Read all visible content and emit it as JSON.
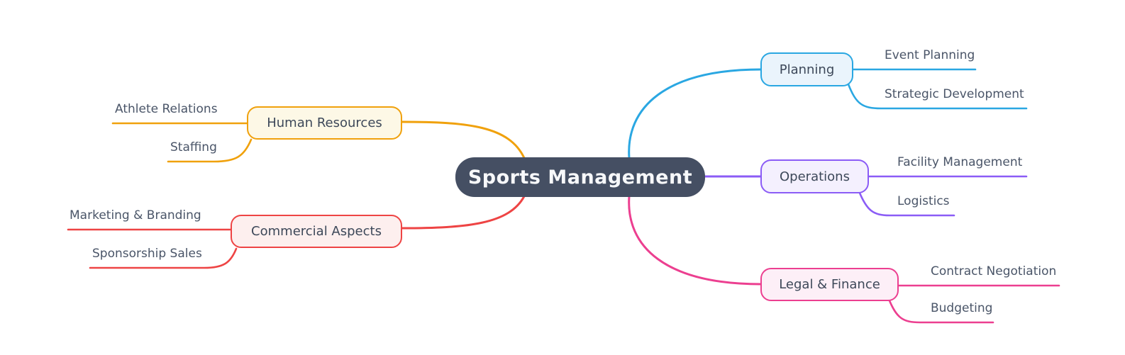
{
  "diagram": {
    "type": "mindmap",
    "background": "#ffffff",
    "label_color": "#4a5568",
    "node_label_color": "#3d4859",
    "root": {
      "label": "Sports Management",
      "bg": "#454f63",
      "text_color": "#f7f8fa"
    },
    "branches": [
      {
        "label": "Planning",
        "color": "#2aa7e2",
        "fill": "#eaf4fc",
        "children": [
          {
            "label": "Event Planning"
          },
          {
            "label": "Strategic Development"
          }
        ]
      },
      {
        "label": "Operations",
        "color": "#8b5cf6",
        "fill": "#f4f0fe",
        "children": [
          {
            "label": "Facility Management"
          },
          {
            "label": "Logistics"
          }
        ]
      },
      {
        "label": "Legal & Finance",
        "color": "#ec3f90",
        "fill": "#fdeff7",
        "children": [
          {
            "label": "Contract Negotiation"
          },
          {
            "label": "Budgeting"
          }
        ]
      },
      {
        "label": "Human Resources",
        "color": "#f0a10c",
        "fill": "#fdf8e6",
        "children": [
          {
            "label": "Athlete Relations"
          },
          {
            "label": "Staffing"
          }
        ]
      },
      {
        "label": "Commercial Aspects",
        "color": "#ee4444",
        "fill": "#fdefee",
        "children": [
          {
            "label": "Marketing & Branding"
          },
          {
            "label": "Sponsorship Sales"
          }
        ]
      }
    ]
  }
}
